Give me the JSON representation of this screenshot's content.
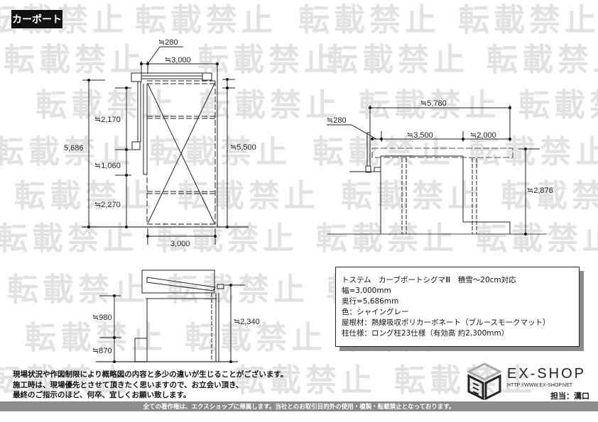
{
  "title": "カーポート",
  "watermark": "転載禁止",
  "colors": {
    "title_bg": "#111111",
    "footer_bg": "#8c8c8c",
    "watermark": "#e2e2e2",
    "line": "#222222"
  },
  "plan_view": {
    "dim_top_offset": "≒280",
    "dim_top_width": "≒3,000",
    "dim_total_depth": "5,686",
    "dim_segment_1": "≒2,170",
    "dim_segment_2": "≒1,060",
    "dim_segment_3": "≒2,270",
    "dim_roof_depth": "≒5,500",
    "dim_bottom_width": "3,000"
  },
  "side_view": {
    "dim_total": "≒5,780",
    "dim_offset": "≒280",
    "dim_span_1": "≒3,500",
    "dim_span_2": "≒2,000",
    "dim_height": "≒2,876"
  },
  "front_view": {
    "dim_upper": "≒980",
    "dim_lower": "≒870",
    "dim_height": "≒2,340"
  },
  "spec": {
    "lines": [
      "トステム　カーブポートシグマⅢ　積雪～20cm対応",
      "幅=3,000mm",
      "奥行=5,686mm",
      "色：シャイングレー",
      "屋根材：熱線吸収ポリカーボネート（ブルースモークマット）",
      "柱仕様：ロング柱23仕様（有効高 約2,300mm）"
    ]
  },
  "notes": {
    "lines": [
      "現場状況や作図制限により概略図の内容と多少の違いが生じることがございます。",
      "施工時は、現場優先とさせて頂きたく思いますので、お立会い頂き、",
      "最終のご指示のほど、何卒、宜しくお願い致します。"
    ]
  },
  "logo": {
    "name": "EX-SHOP",
    "url": "HTTP://WWW.EX-SHOP.NET",
    "person": "担当：溝口"
  },
  "footer": "全ての著作権は、エクスショップに帰属します。当社とのお取引目的外の使用・複製・転載禁止となっております。"
}
